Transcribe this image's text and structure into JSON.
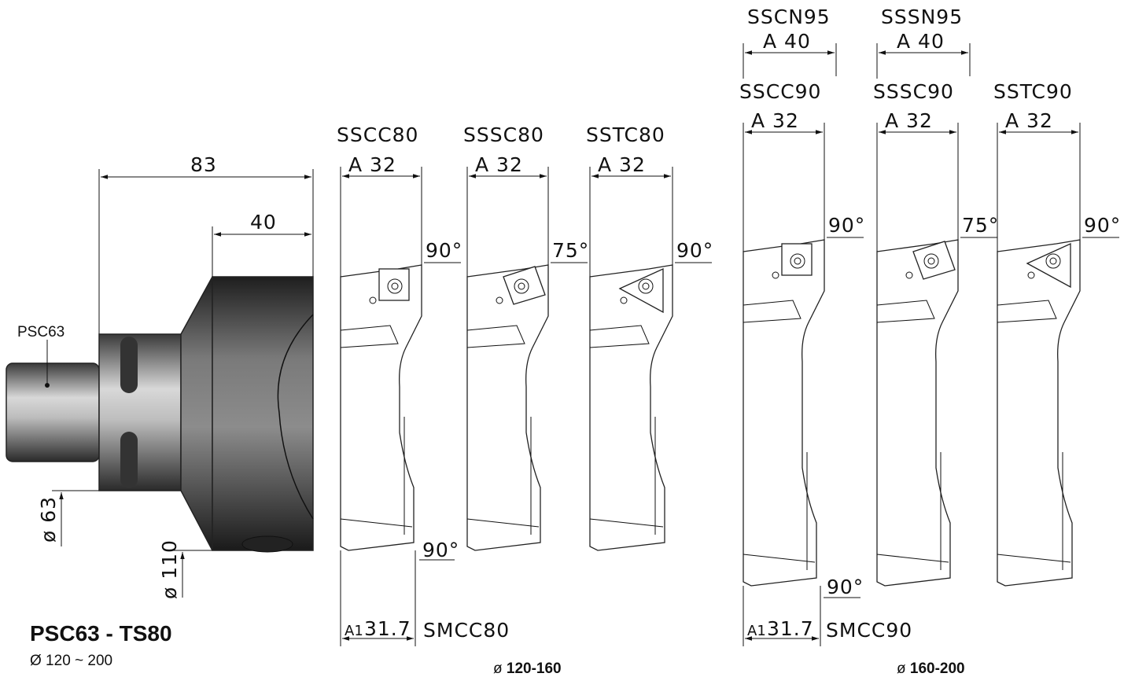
{
  "holder": {
    "title": "PSC63 - TS80",
    "range": "Ø 120 ~ 200",
    "shank_label": "PSC63",
    "dim_length": "83",
    "dim_head": "40",
    "dia_shank": "ø 63",
    "dia_head": "ø 110"
  },
  "groups": [
    {
      "range_symbol": "ø",
      "range_text": "120-160"
    },
    {
      "range_symbol": "ø",
      "range_text": "160-200"
    }
  ],
  "tools": [
    {
      "name": "SSCC80",
      "dim": "A 32",
      "angle": "90°",
      "insert": "square"
    },
    {
      "name": "SSSC80",
      "dim": "A 32",
      "angle": "75°",
      "insert": "square-tilt"
    },
    {
      "name": "SSTC80",
      "dim": "A 32",
      "angle": "90°",
      "insert": "triangle"
    },
    {
      "name": "SSCC90",
      "dim": "A 32",
      "angle": "90°",
      "insert": "square",
      "alt_name": "SSCN95",
      "alt_dim": "A 40"
    },
    {
      "name": "SSSC90",
      "dim": "A 32",
      "angle": "75°",
      "insert": "square-tilt",
      "alt_name": "SSSN95",
      "alt_dim": "A 40"
    },
    {
      "name": "SSTC90",
      "dim": "A 32",
      "angle": "90°",
      "insert": "triangle"
    }
  ],
  "bottom_tools": [
    {
      "a1": "A1",
      "dim": "31.7",
      "name": "SMCC80",
      "angle": "90°"
    },
    {
      "a1": "A1",
      "dim": "31.7",
      "name": "SMCC90",
      "angle": "90°"
    }
  ]
}
